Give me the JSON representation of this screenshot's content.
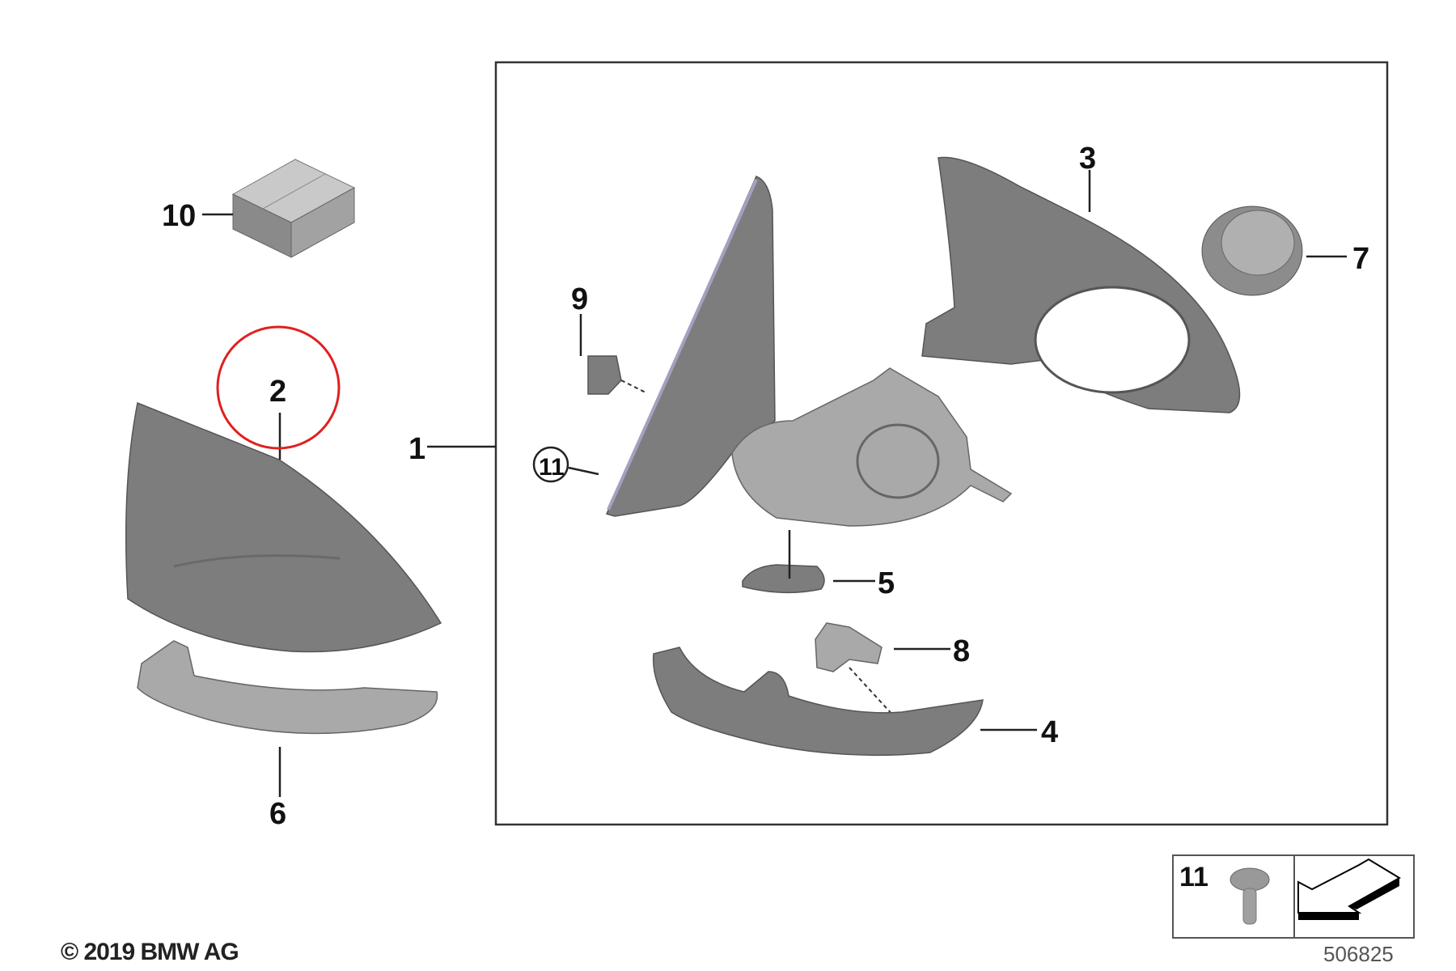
{
  "diagram": {
    "labels": {
      "l1": "1",
      "l2": "2",
      "l3": "3",
      "l4": "4",
      "l5": "5",
      "l6": "6",
      "l7": "7",
      "l8": "8",
      "l9": "9",
      "l10": "10",
      "l11": "11"
    },
    "legend": {
      "item_number": "11"
    },
    "highlight_color": "#e02020"
  },
  "footer": {
    "copyright": "© 2019 BMW AG",
    "diagram_number": "506825"
  }
}
